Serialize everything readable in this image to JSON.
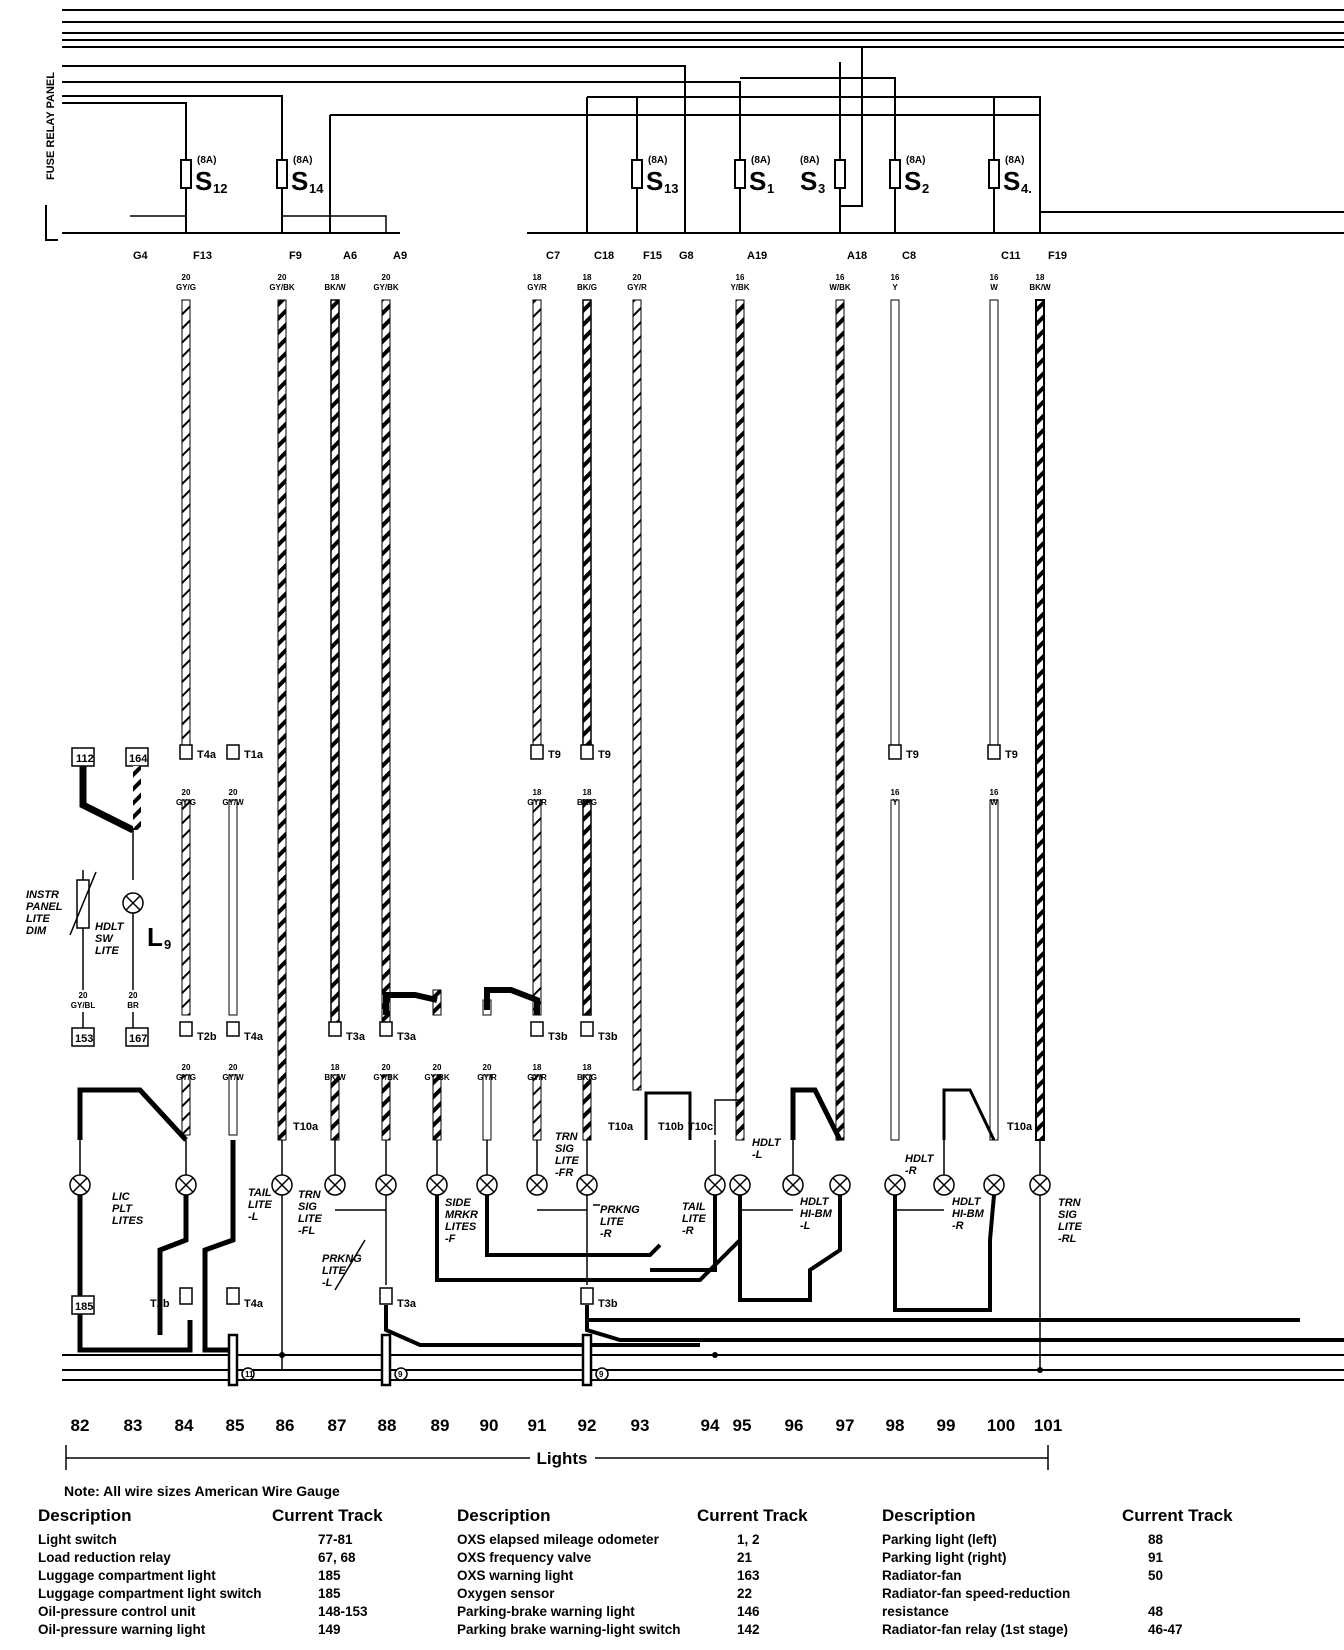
{
  "panel_label": "FUSE RELAY PANEL",
  "fuses": [
    {
      "id": "s12",
      "amp": "(8A)",
      "label": "S",
      "sub": "12"
    },
    {
      "id": "s14",
      "amp": "(8A)",
      "label": "S",
      "sub": "14"
    },
    {
      "id": "s13",
      "amp": "(8A)",
      "label": "S",
      "sub": "13"
    },
    {
      "id": "s1",
      "amp": "(8A)",
      "label": "S",
      "sub": "1"
    },
    {
      "id": "s3",
      "amp": "(8A)",
      "label": "S",
      "sub": "3"
    },
    {
      "id": "s2",
      "amp": "(8A)",
      "label": "S",
      "sub": "2"
    },
    {
      "id": "s4",
      "amp": "(8A)",
      "label": "S",
      "sub": "4."
    }
  ],
  "terminals": [
    "G4",
    "F13",
    "F9",
    "A6",
    "A9",
    "C7",
    "C18",
    "F15",
    "G8",
    "A19",
    "A18",
    "C8",
    "C11",
    "F19"
  ],
  "wire_specs": [
    {
      "gauge": "20",
      "color": "GY/G"
    },
    {
      "gauge": "20",
      "color": "GY/BK"
    },
    {
      "gauge": "18",
      "color": "BK/W"
    },
    {
      "gauge": "20",
      "color": "GY/BK"
    },
    {
      "gauge": "18",
      "color": "GY/R"
    },
    {
      "gauge": "18",
      "color": "BK/G"
    },
    {
      "gauge": "20",
      "color": "GY/R"
    },
    {
      "gauge": "16",
      "color": "Y/BK"
    },
    {
      "gauge": "16",
      "color": "W/BK"
    },
    {
      "gauge": "16",
      "color": "Y"
    },
    {
      "gauge": "16",
      "color": "W"
    },
    {
      "gauge": "18",
      "color": "BK/W"
    }
  ],
  "connectors": {
    "t4a": "T4a",
    "t1a": "T1a",
    "t9": "T9",
    "t2b": "T2b",
    "t3a": "T3a",
    "t3b": "T3b",
    "t10a": "T10a",
    "t10b": "T10b",
    "t10c": "T10c"
  },
  "ref_boxes": [
    "112",
    "164",
    "153",
    "167",
    "185"
  ],
  "components": {
    "instr_dim": [
      "INSTR",
      "PANEL",
      "LITE",
      "DIM"
    ],
    "hdlt_sw": [
      "HDLT",
      "SW",
      "LITE"
    ],
    "l9": "L",
    "l9_sub": "9",
    "lic": [
      "LIC",
      "PLT",
      "LITES"
    ],
    "tail_l": [
      "TAIL",
      "LITE",
      "-L"
    ],
    "trn_fl": [
      "TRN",
      "SIG",
      "LITE",
      "-FL"
    ],
    "prkng_l": [
      "PRKNG",
      "LITE",
      "-L"
    ],
    "side_mrkr": [
      "SIDE",
      "MRKR",
      "LITES",
      "-F"
    ],
    "trn_fr": [
      "TRN",
      "SIG",
      "LITE",
      "-FR"
    ],
    "prkng_r": [
      "PRKNG",
      "LITE",
      "-R"
    ],
    "tail_r": [
      "TAIL",
      "LITE",
      "-R"
    ],
    "hdlt_l": [
      "HDLT",
      "-L"
    ],
    "hibm_l": [
      "HDLT",
      "HI-BM",
      "-L"
    ],
    "hdlt_r": [
      "HDLT",
      "-R"
    ],
    "hibm_r": [
      "HDLT",
      "HI-BM",
      "-R"
    ],
    "trn_rl": [
      "TRN",
      "SIG",
      "LITE",
      "-RL"
    ]
  },
  "ground_marks": [
    "11",
    "9",
    "9"
  ],
  "tracks": [
    "82",
    "83",
    "84",
    "85",
    "86",
    "87",
    "88",
    "89",
    "90",
    "91",
    "92",
    "93",
    "94",
    "95",
    "96",
    "97",
    "98",
    "99",
    "100",
    "101"
  ],
  "section_label": "Lights",
  "note": "Note: All wire sizes American Wire Gauge",
  "legend": {
    "desc_header": "Description",
    "track_header": "Current Track",
    "col1": [
      {
        "desc": "Light switch",
        "track": "77-81"
      },
      {
        "desc": "Load reduction relay",
        "track": "67, 68"
      },
      {
        "desc": "Luggage compartment light",
        "track": "185"
      },
      {
        "desc": "Luggage compartment light switch",
        "track": "185"
      },
      {
        "desc": "Oil-pressure control unit",
        "track": "148-153"
      },
      {
        "desc": "Oil-pressure warning light",
        "track": "149"
      }
    ],
    "col2": [
      {
        "desc": "OXS elapsed mileage odometer",
        "track": "1, 2"
      },
      {
        "desc": "OXS frequency valve",
        "track": "21"
      },
      {
        "desc": "OXS warning light",
        "track": "163"
      },
      {
        "desc": "Oxygen sensor",
        "track": "22"
      },
      {
        "desc": "Parking-brake warning light",
        "track": "146"
      },
      {
        "desc": "Parking brake warning-light switch",
        "track": "142"
      }
    ],
    "col3": [
      {
        "desc": "Parking light (left)",
        "track": "88"
      },
      {
        "desc": "Parking light (right)",
        "track": "91"
      },
      {
        "desc": "Radiator-fan",
        "track": "50"
      },
      {
        "desc": "Radiator-fan speed-reduction",
        "track": ""
      },
      {
        "desc": "    resistance",
        "track": "48"
      },
      {
        "desc": "Radiator-fan relay (1st stage)",
        "track": "46-47"
      }
    ]
  }
}
